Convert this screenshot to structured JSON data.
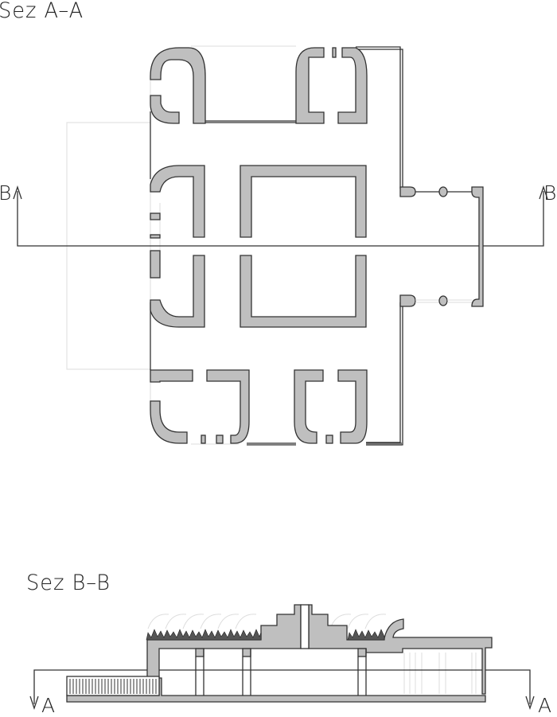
{
  "plan": {
    "title": "Sez A–A",
    "section_markers": {
      "left": "B",
      "right": "B"
    }
  },
  "section": {
    "title": "Sez B–B",
    "section_markers": {
      "left": "A",
      "right": "A"
    }
  },
  "colors": {
    "wall_fill": "#bfbfbf",
    "line": "#333333",
    "faint_line": "#dddddd",
    "vegetation": "#555555"
  }
}
